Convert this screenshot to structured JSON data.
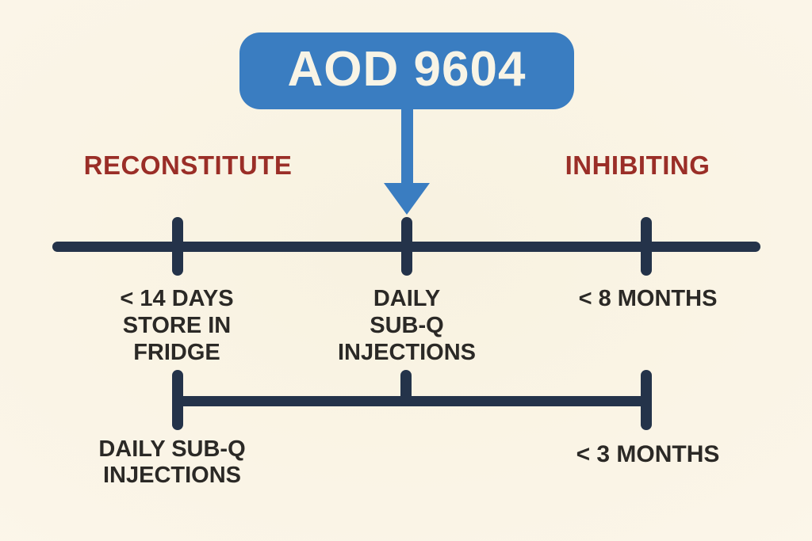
{
  "title": {
    "label": "AOD 9604"
  },
  "phases": {
    "left": "RECONSTITUTE",
    "right": "INHIBITING"
  },
  "top_timeline": {
    "ticks": [
      {
        "lines": [
          "< 14 DAYS",
          "STORE IN",
          "FRIDGE"
        ]
      },
      {
        "lines": [
          "DAILY",
          "SUB-Q",
          "INJECTIONS"
        ]
      },
      {
        "lines": [
          "< 8 MONTHS"
        ]
      }
    ]
  },
  "bottom_timeline": {
    "ticks": [
      {
        "lines": [
          "DAILY SUB-Q",
          "INJECTIONS"
        ]
      },
      {
        "lines": [
          "< 3 MONTHS"
        ]
      }
    ]
  },
  "colors": {
    "background": "#fbf5e8",
    "accent_blue": "#3a7dc1",
    "timeline_navy": "#24334a",
    "phase_red": "#9a2e27",
    "label_charcoal": "#2b2926",
    "title_text": "#f8f4e6"
  }
}
